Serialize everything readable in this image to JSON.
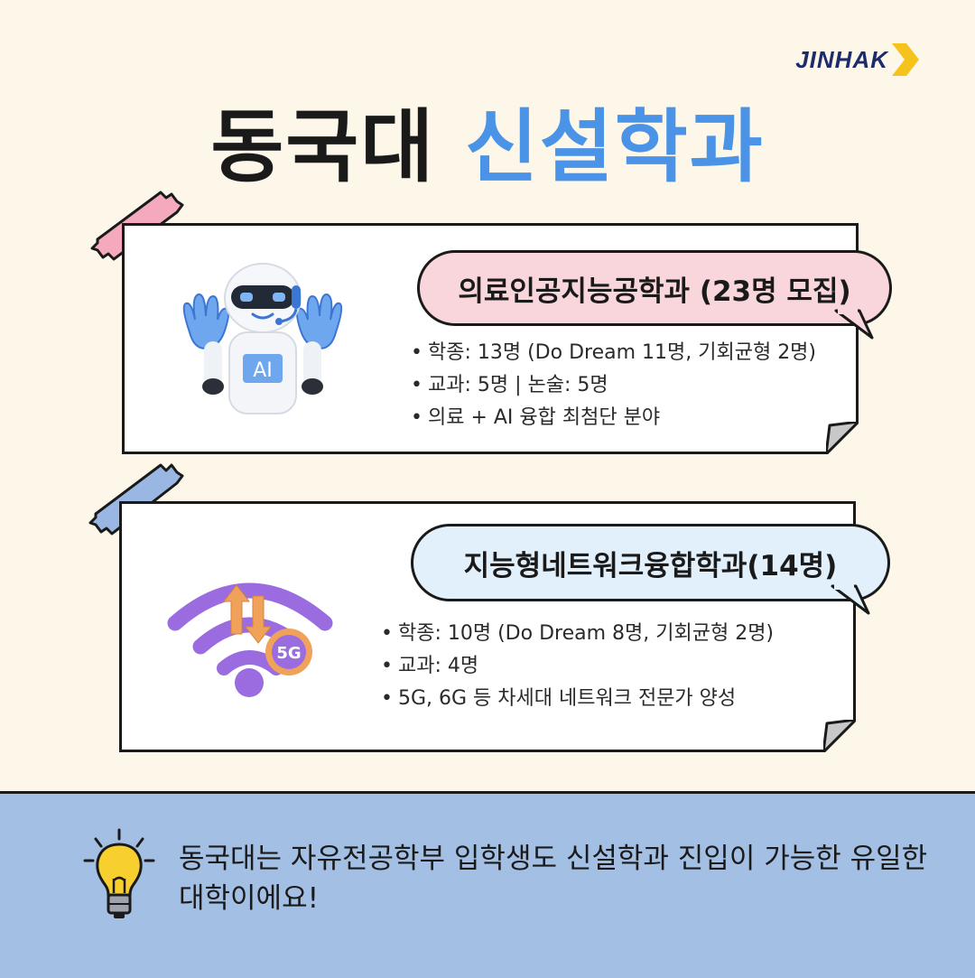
{
  "logo": {
    "text": "JINHAK",
    "accent_color": "#f6c21c"
  },
  "title": {
    "part1": "동국대",
    "part2": "신설학과"
  },
  "departments": [
    {
      "name": "의료인공지능공학과 (23명 모집)",
      "icon": "ai-robot-icon",
      "icon_label": "AI",
      "bubble_color": "#f9d6dc",
      "tape_color": "#f4a9bd",
      "bullets": [
        "학종: 13명 (Do Dream 11명, 기회균형 2명)",
        "교과: 5명 | 논술: 5명",
        "의료 + AI 융합 최첨단 분야"
      ]
    },
    {
      "name": "지능형네트워크융합학과(14명)",
      "icon": "5g-wifi-icon",
      "icon_label": "5G",
      "bubble_color": "#e2f0fb",
      "tape_color": "#9ab7e3",
      "bullets": [
        "학종: 10명 (Do Dream 8명, 기회균형 2명)",
        "교과: 4명",
        "5G, 6G 등 차세대 네트워크 전문가 양성"
      ]
    }
  ],
  "footer": {
    "icon": "lightbulb-icon",
    "text": "동국대는 자유전공학부 입학생도 신설학과 진입이 가능한 유일한 대학이에요!",
    "background": "#a3bfe4"
  }
}
